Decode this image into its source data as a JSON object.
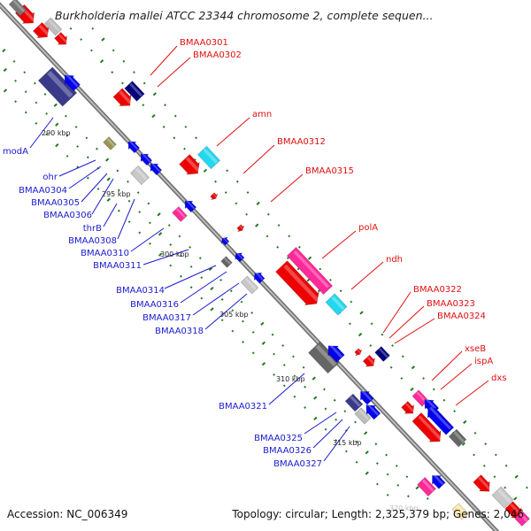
{
  "header": {
    "title": "Burkholderia mallei ATCC 23344 chromosome 2, complete sequen..."
  },
  "footer": {
    "accession": "Accession: NC_006349",
    "summary": "Topology: circular; Length: 2,325,379 bp; Genes: 2,046"
  },
  "legend_colors": {
    "forward_strand": "#ff0000",
    "reverse_strand": "#0000ee",
    "backbone": "#8a8a8a",
    "gc_ticks": "#1e7a1e"
  },
  "scale_labels": [
    "290 kbp",
    "295 kbp",
    "300 kbp",
    "305 kbp",
    "310 kbp",
    "315 kbp",
    "320 kbp"
  ],
  "forward_genes": [
    "BMAA0301",
    "BMAA0302",
    "amn",
    "BMAA0312",
    "BMAA0315",
    "polA",
    "ndh",
    "BMAA0322",
    "BMAA0323",
    "BMAA0324",
    "xseB",
    "ispA",
    "dxs"
  ],
  "reverse_genes": [
    "modA",
    "ohr",
    "BMAA0304",
    "BMAA0305",
    "BMAA0306",
    "thrB",
    "BMAA0308",
    "BMAA0310",
    "BMAA0311",
    "BMAA0314",
    "BMAA0316",
    "BMAA0317",
    "BMAA0318",
    "BMAA0321",
    "BMAA0325",
    "BMAA0326",
    "BMAA0327"
  ]
}
